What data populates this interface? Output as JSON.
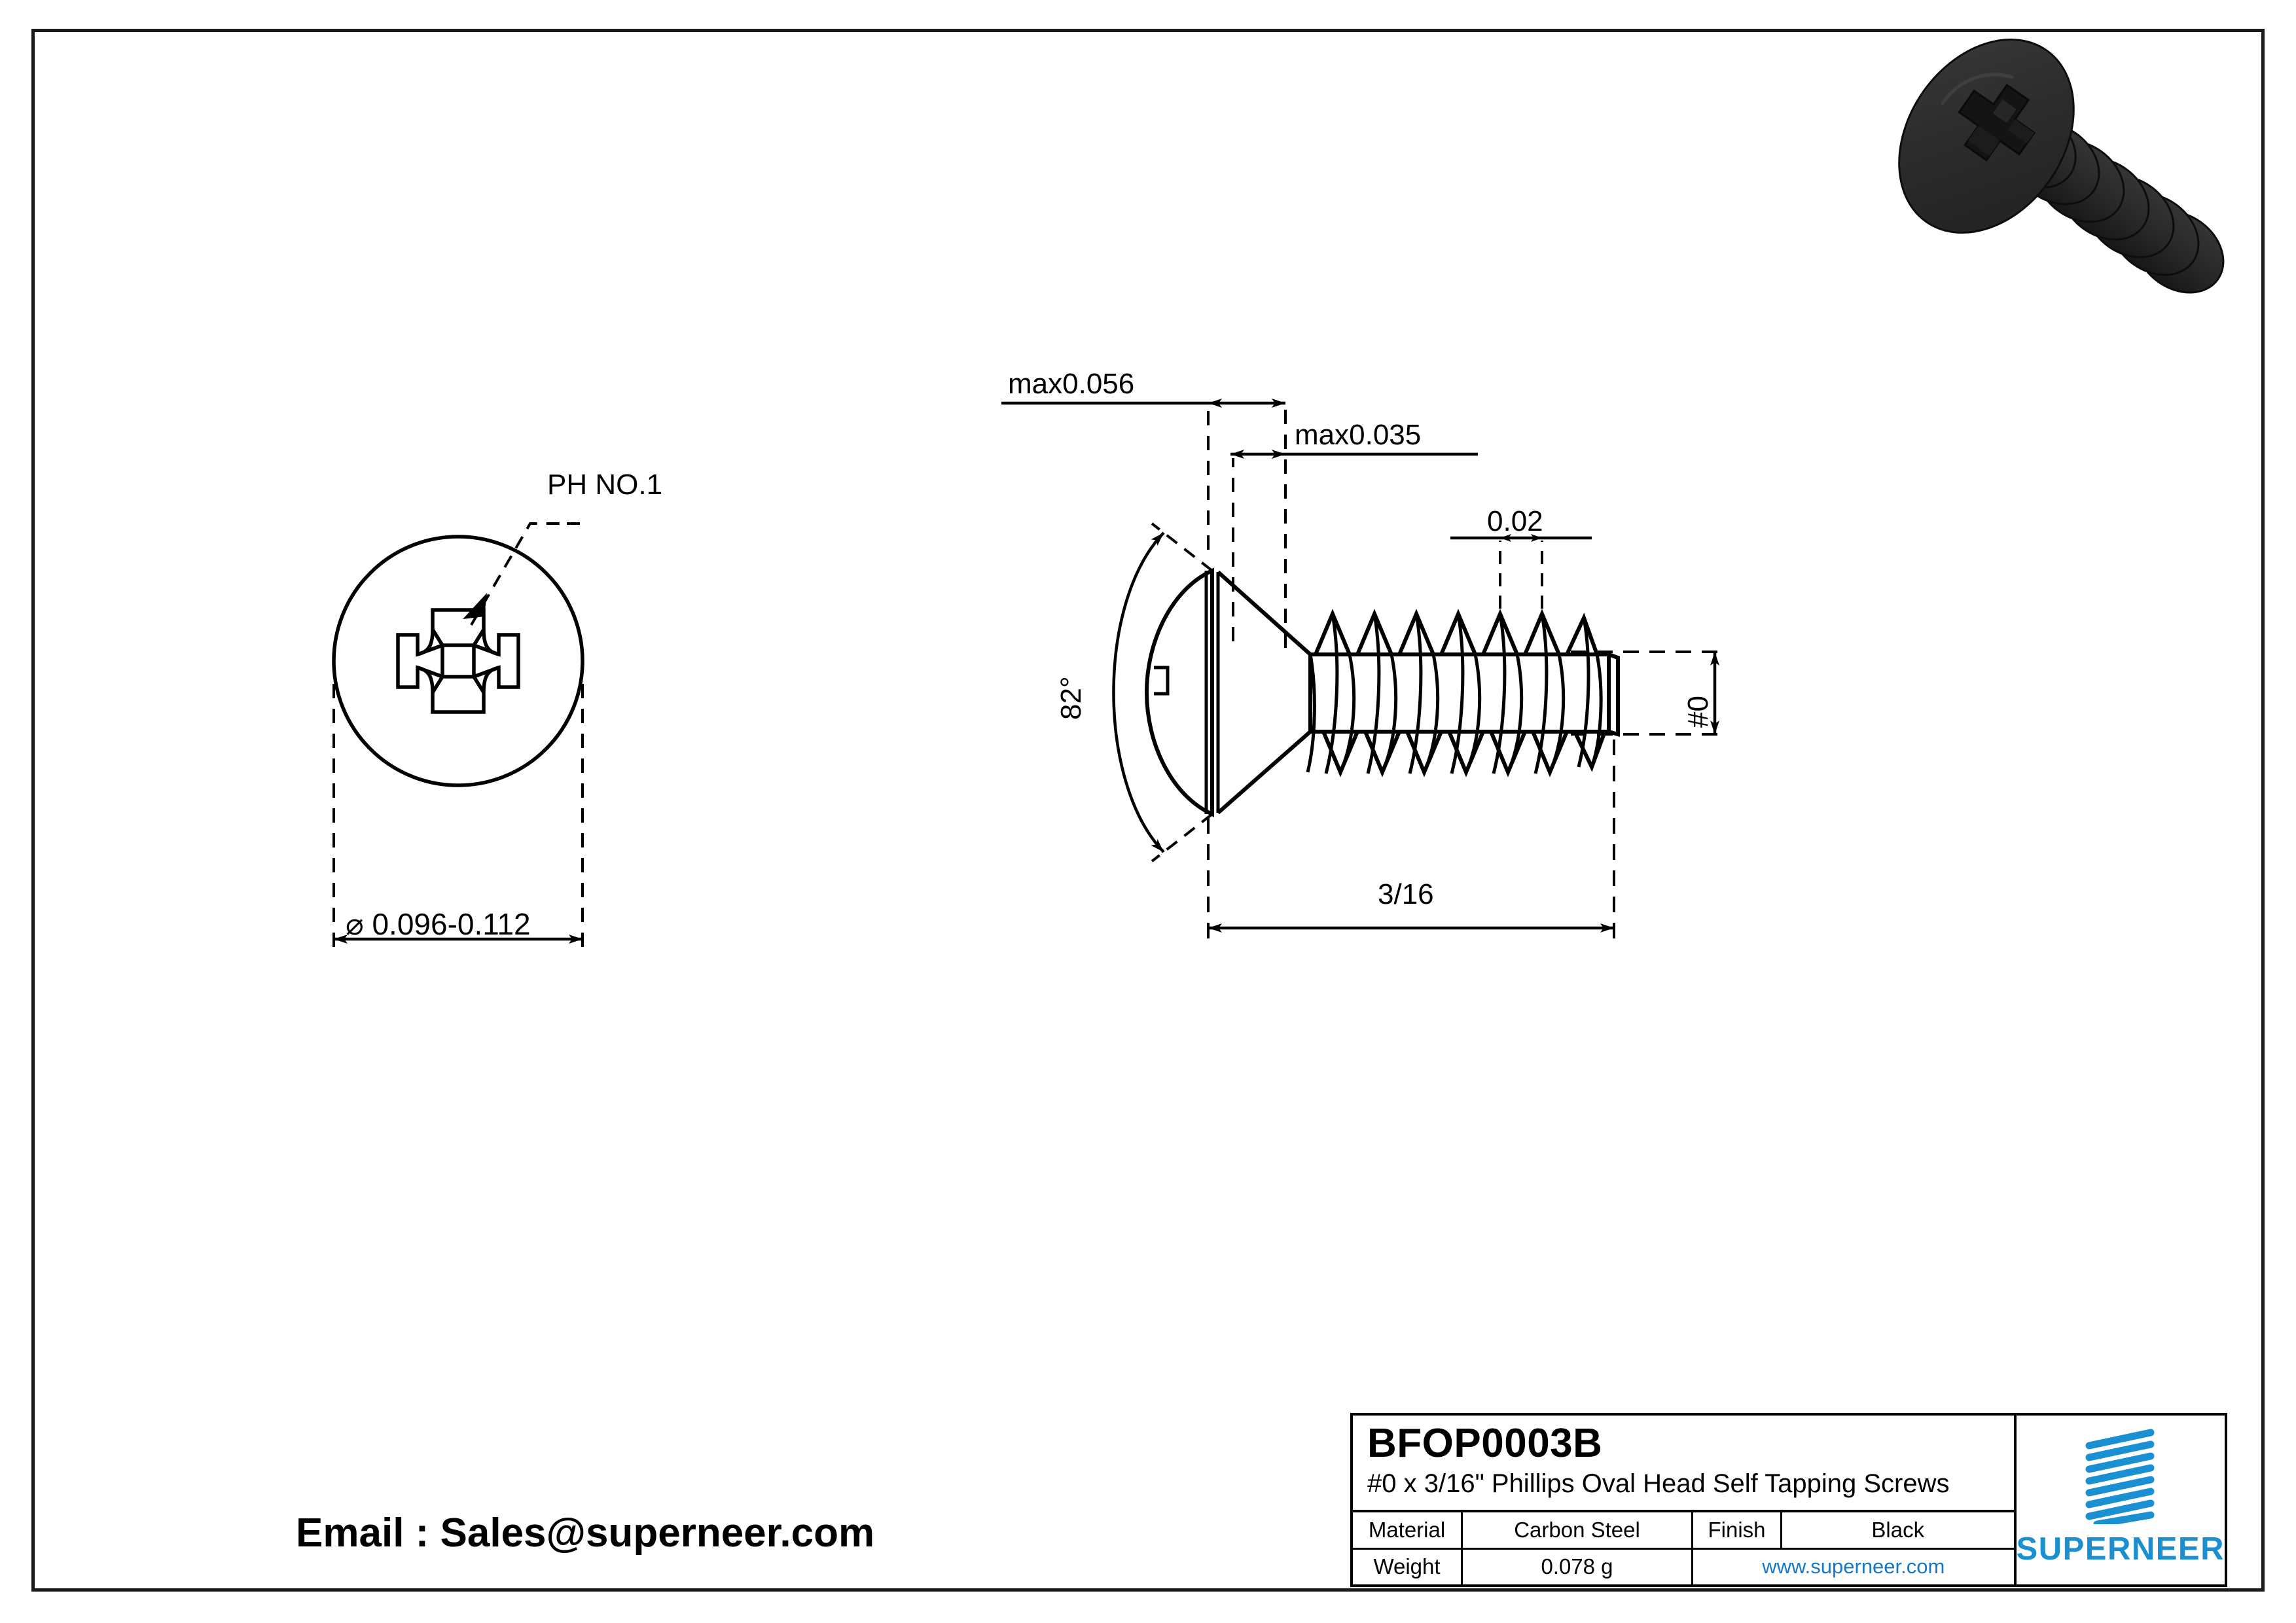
{
  "drawing": {
    "front_view": {
      "callout_label": "PH NO.1",
      "diameter_dim": "⌀ 0.096-0.112"
    },
    "side_view": {
      "head_height_dim": "max0.056",
      "head_recess_dim": "max0.035",
      "thread_pitch_dim": "0.02",
      "head_angle_dim": "82°",
      "shank_dia_dim": "#0",
      "length_dim": "3/16"
    }
  },
  "titleblock": {
    "part_number": "BFOP0003B",
    "description": "#0 x 3/16\" Phillips Oval Head Self Tapping Screws",
    "rows": [
      {
        "label": "Material",
        "value": "Carbon Steel",
        "label2": "Finish",
        "value2": "Black"
      },
      {
        "label": "Weight",
        "value": "0.078 g",
        "link": "www.superneer.com"
      }
    ],
    "brand": "SUPERNEER",
    "brand_color": "#1a8fd1",
    "link_color": "#1878c8"
  },
  "footer": {
    "email": "Email : Sales@superneer.com"
  },
  "render": {
    "body_color": "#2e2e2e",
    "shadow_color": "#1a1a1a",
    "outline_color": "#0d0d0d"
  }
}
